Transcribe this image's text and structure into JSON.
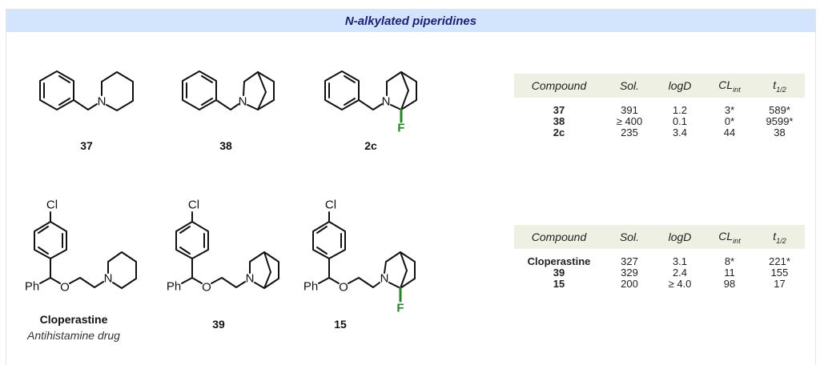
{
  "title": "N-alkylated piperidines",
  "atoms": {
    "N": "N",
    "O": "O",
    "Cl": "Cl",
    "Ph": "Ph",
    "F": "F"
  },
  "compounds": {
    "c37": {
      "label": "37"
    },
    "c38": {
      "label": "38"
    },
    "c2c": {
      "label": "2c"
    },
    "cloperastine": {
      "label": "Cloperastine",
      "subtitle": "Antihistamine drug"
    },
    "c39": {
      "label": "39"
    },
    "c15": {
      "label": "15"
    }
  },
  "colors": {
    "banner": "#d3e5fd",
    "title": "#1b1f7a",
    "fluorine": "#1f8a1f",
    "table_header": "#eef0e3"
  },
  "table_headers": {
    "compound": "Compound",
    "sol": "Sol.",
    "logd": "logD",
    "cl": "CL",
    "cl_sub": "int",
    "t": "t",
    "t_sub": "1/2"
  },
  "table1": {
    "rows": [
      {
        "compound": "37",
        "sol": "391",
        "logd": "1.2",
        "cl": "3*",
        "t": "589*"
      },
      {
        "compound": "38",
        "sol": "≥ 400",
        "logd": "0.1",
        "cl": "0*",
        "t": "9599*"
      },
      {
        "compound": "2c",
        "sol": "235",
        "logd": "3.4",
        "cl": "44",
        "t": "38"
      }
    ]
  },
  "table2": {
    "rows": [
      {
        "compound": "Cloperastine",
        "sol": "327",
        "logd": "3.1",
        "cl": "8*",
        "t": "221*"
      },
      {
        "compound": "39",
        "sol": "329",
        "logd": "2.4",
        "cl": "11",
        "t": "155"
      },
      {
        "compound": "15",
        "sol": "200",
        "logd": "≥ 4.0",
        "cl": "98",
        "t": "17"
      }
    ]
  }
}
